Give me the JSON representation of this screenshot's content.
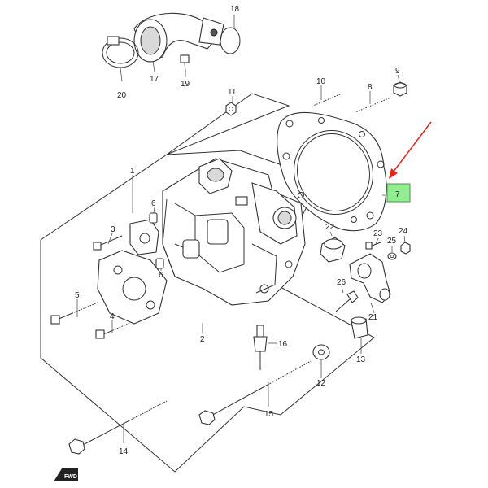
{
  "colors": {
    "line": "#333333",
    "highlight_fill": "#90ee90",
    "highlight_border": "#4a9a4a",
    "arrow": "#e0251b"
  },
  "labels": {
    "p1": "1",
    "p2": "2",
    "p3": "3",
    "p4": "4",
    "p5": "5",
    "p6a": "6",
    "p6b": "6",
    "p7": "7",
    "p8": "8",
    "p9": "9",
    "p10": "10",
    "p11": "11",
    "p12": "12",
    "p13": "13",
    "p14": "14",
    "p15": "15",
    "p16": "16",
    "p17": "17",
    "p18": "18",
    "p19": "19",
    "p20": "20",
    "p21": "21",
    "p22": "22",
    "p23": "23",
    "p24": "24",
    "p25": "25",
    "p26": "26"
  },
  "fwd_badge": "FWD"
}
